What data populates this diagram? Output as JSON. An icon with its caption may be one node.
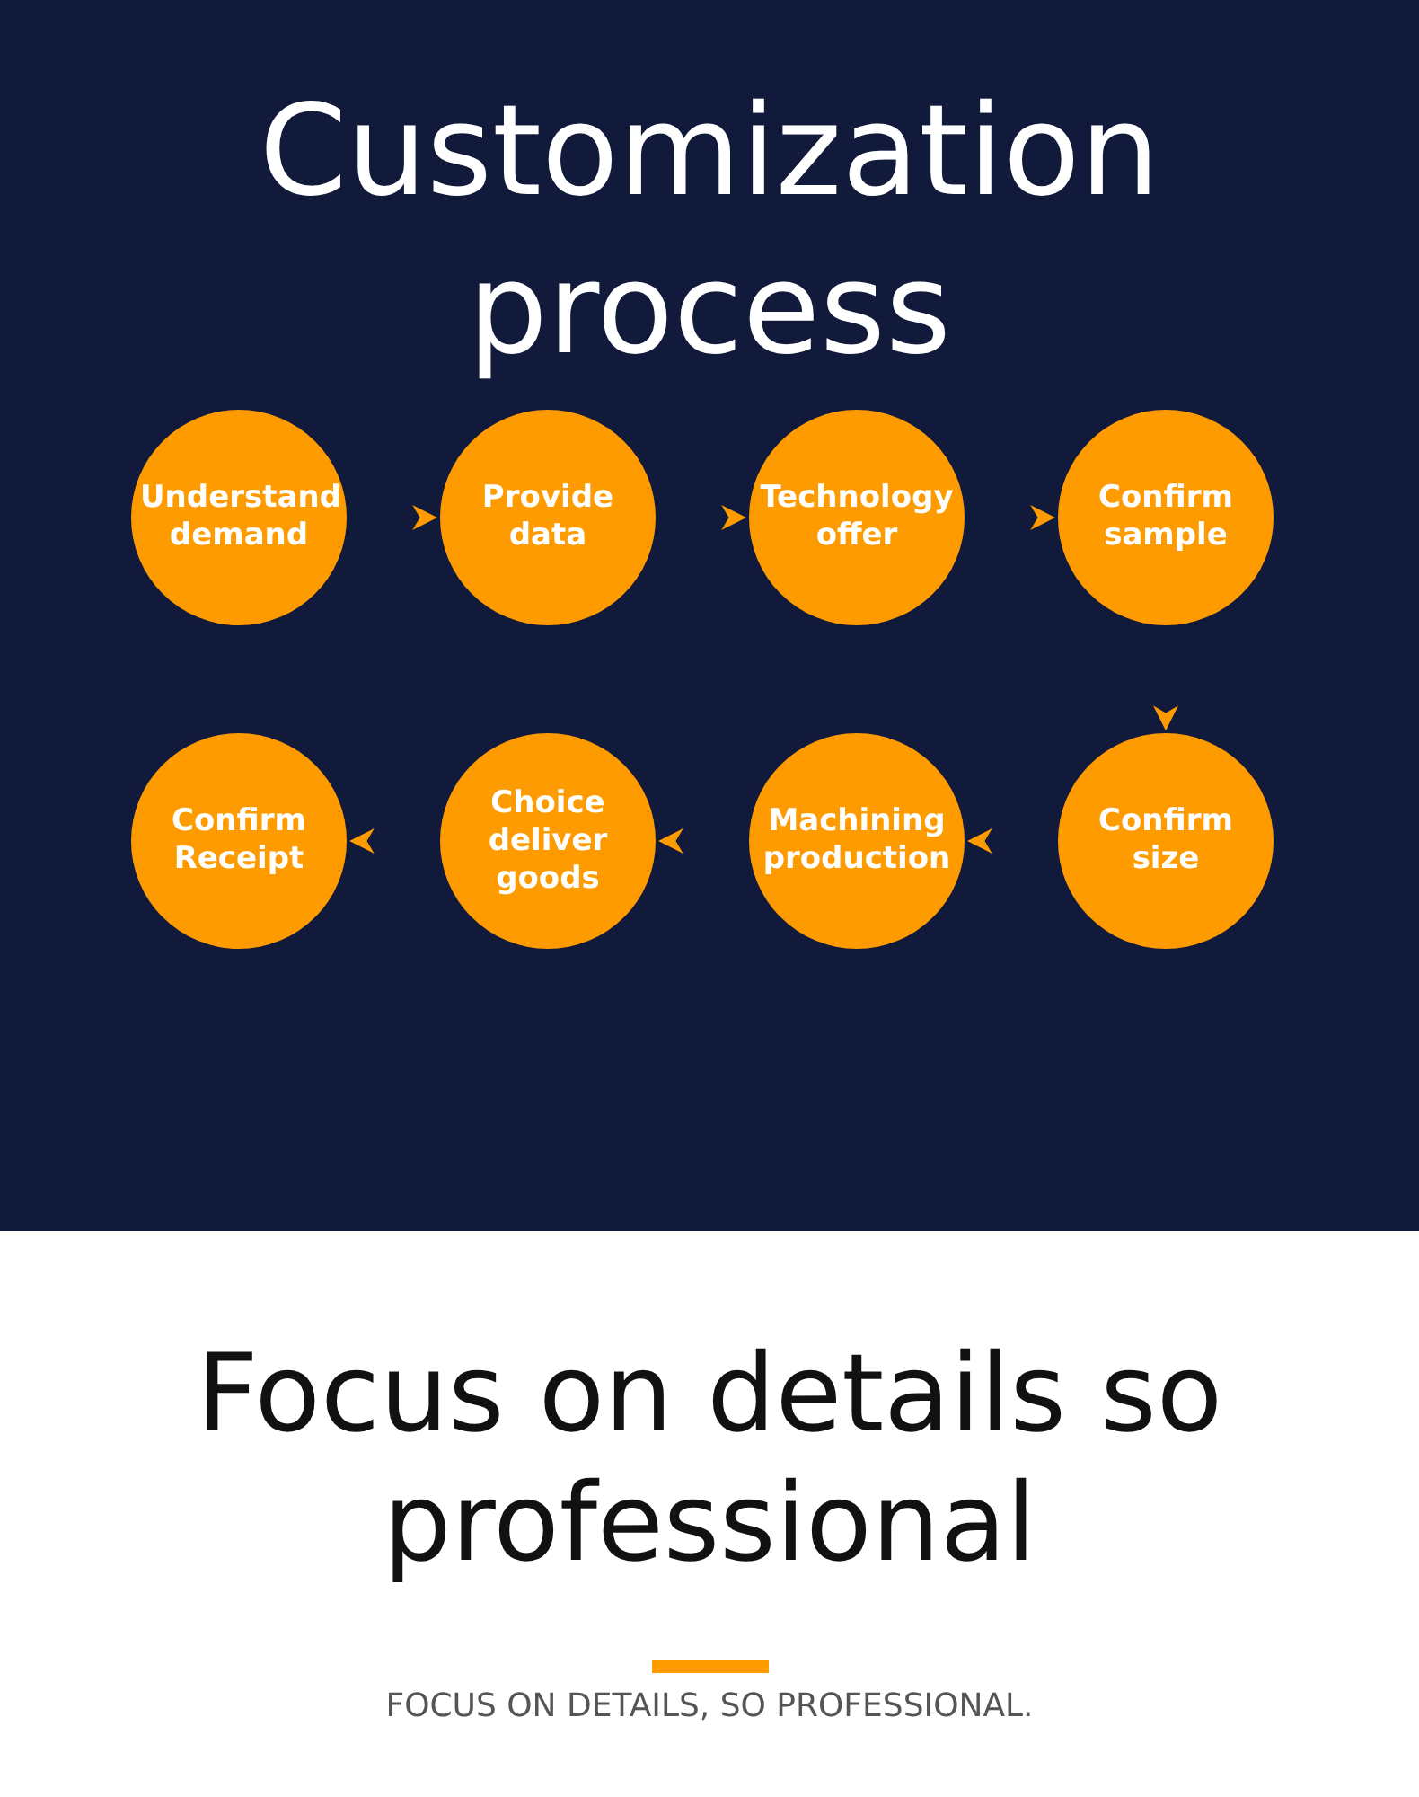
{
  "diagram": {
    "title": "Customization process",
    "nodes": [
      {
        "text": [
          "Understand demand"
        ]
      },
      {
        "text": [
          "Provide data"
        ]
      },
      {
        "text": [
          "Technology offer"
        ]
      },
      {
        "text": [
          "Confirm sample"
        ]
      },
      {
        "text": [
          "Confirm size"
        ]
      },
      {
        "text": [
          "Machining production"
        ]
      },
      {
        "text": [
          "Choice deliver goods"
        ]
      },
      {
        "text": [
          "Confirm Receipt"
        ]
      }
    ],
    "edges": [
      {
        "from": 0,
        "to": 1,
        "arrow": "to"
      },
      {
        "from": 1,
        "to": 2,
        "arrow": "to"
      },
      {
        "from": 2,
        "to": 3,
        "arrow": "to"
      },
      {
        "from": 3,
        "to": 4,
        "arrow": "to"
      },
      {
        "from": 4,
        "to": 5,
        "arrow": "to"
      },
      {
        "from": 5,
        "to": 6,
        "arrow": "to"
      },
      {
        "from": 6,
        "to": 7,
        "arrow": "to"
      }
    ],
    "labels": [
      "Focus on details so professional",
      "FOCUS ON DETAILS, SO PROFESSIONAL."
    ]
  }
}
